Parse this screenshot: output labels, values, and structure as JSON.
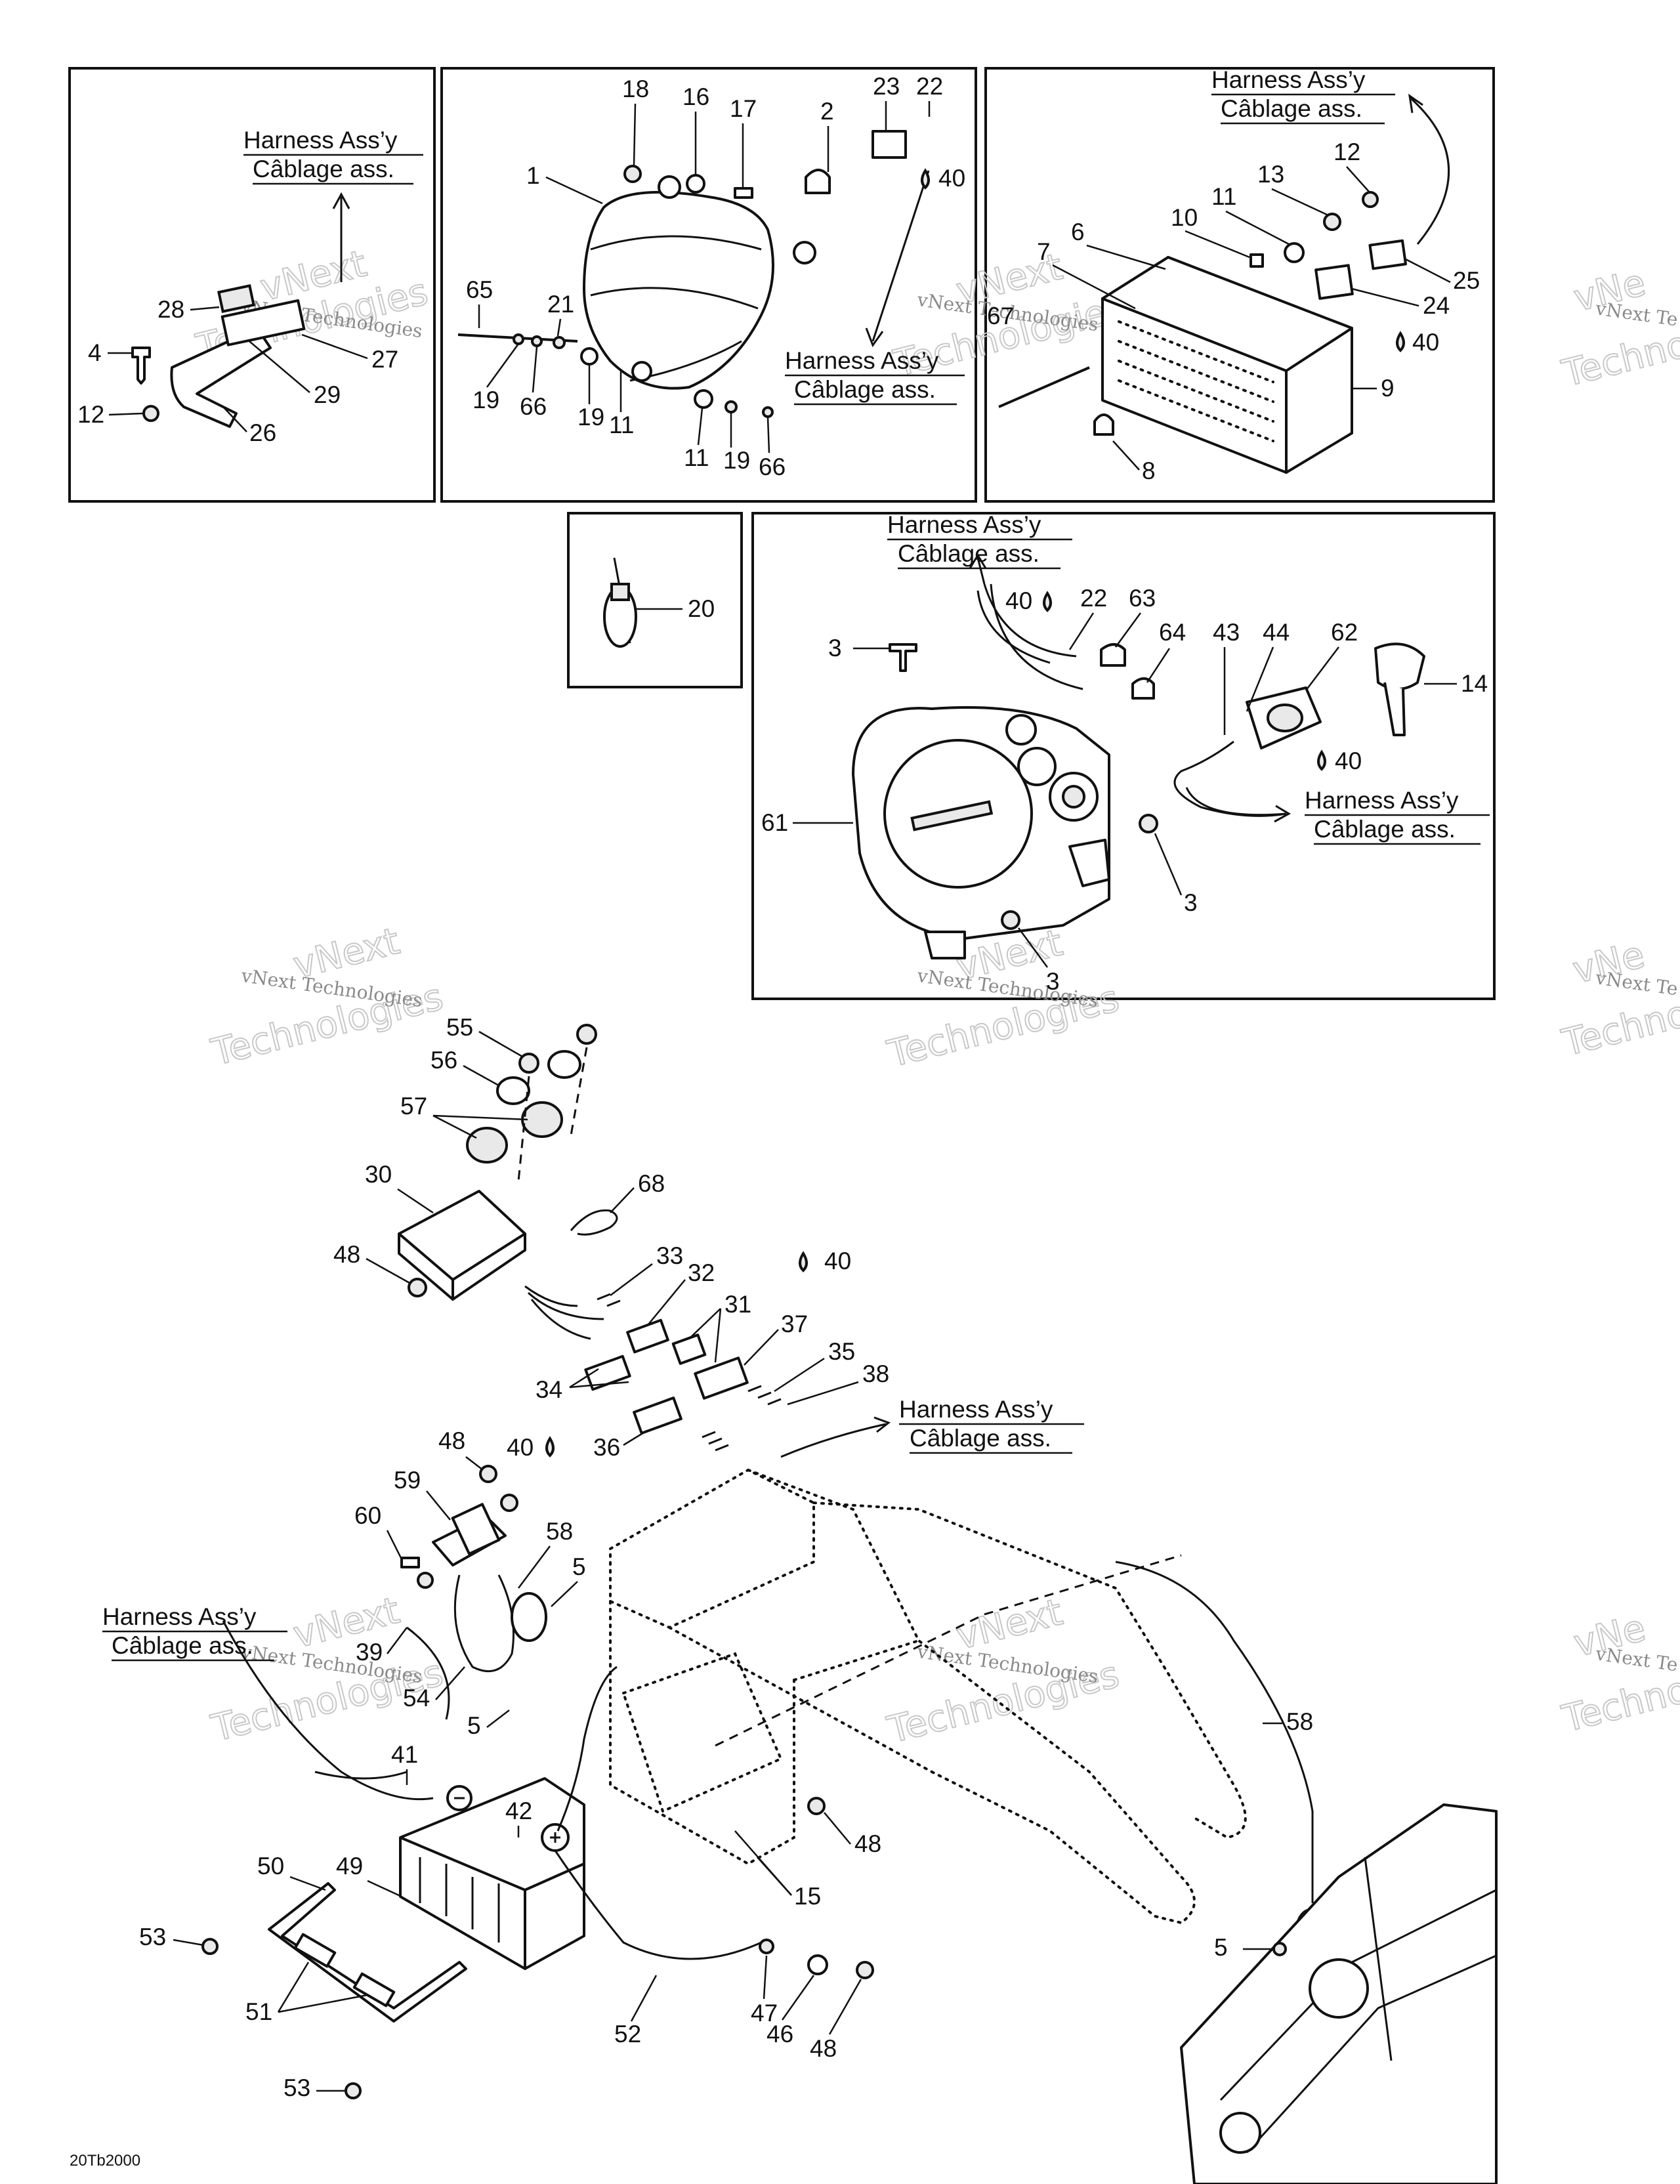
{
  "harness_label": {
    "en": "Harness Ass’y",
    "fr": "Câblage ass."
  },
  "watermark": {
    "brand_small": "vNext Technologies",
    "brand_big": "Technologies",
    "brand_top": "vNext"
  },
  "drawing_ref": "20Tb2000",
  "callouts": {
    "p1": [
      "28",
      "27",
      "4",
      "29",
      "12",
      "26"
    ],
    "p2": [
      "18",
      "16",
      "17",
      "2",
      "23",
      "22",
      "40",
      "1",
      "65",
      "21",
      "19",
      "66",
      "19",
      "11",
      "11",
      "19",
      "66"
    ],
    "p3": [
      "12",
      "13",
      "11",
      "10",
      "6",
      "7",
      "67",
      "25",
      "24",
      "40",
      "9",
      "8"
    ],
    "p4": [
      "20"
    ],
    "p5": [
      "40",
      "22",
      "63",
      "64",
      "43",
      "44",
      "62",
      "14",
      "3",
      "61",
      "40",
      "3",
      "3"
    ],
    "main": [
      "55",
      "56",
      "57",
      "30",
      "68",
      "48",
      "33",
      "32",
      "31",
      "40",
      "37",
      "35",
      "38",
      "34",
      "40",
      "36",
      "48",
      "59",
      "60",
      "58",
      "5",
      "39",
      "54",
      "5",
      "41",
      "42",
      "50",
      "49",
      "53",
      "51",
      "53",
      "48",
      "15",
      "58",
      "5",
      "52",
      "47",
      "46",
      "48"
    ]
  }
}
